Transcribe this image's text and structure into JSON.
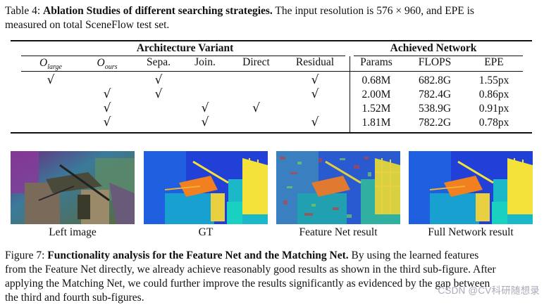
{
  "table_caption": {
    "label": "Table 4:",
    "title": "Ablation Studies of different searching strategies.",
    "text_a": "The input resolution is 576 × 960, and EPE is",
    "text_b": "measured on total SceneFlow test set."
  },
  "table": {
    "group_left": "Architecture Variant",
    "group_right": "Achieved Network",
    "columns": {
      "o_large": "O",
      "o_large_sub": "large",
      "o_ours": "O",
      "o_ours_sub": "ours",
      "sepa": "Sepa.",
      "join": "Join.",
      "direct": "Direct",
      "residual": "Residual",
      "params": "Params",
      "flops": "FLOPS",
      "epe": "EPE"
    },
    "check_symbol": "√",
    "rows": [
      {
        "o_large": true,
        "o_ours": false,
        "sepa": true,
        "join": false,
        "direct": false,
        "residual": true,
        "params": "0.68M",
        "flops": "682.8G",
        "epe": "1.55px"
      },
      {
        "o_large": false,
        "o_ours": true,
        "sepa": true,
        "join": false,
        "direct": false,
        "residual": true,
        "params": "2.00M",
        "flops": "782.4G",
        "epe": "0.86px"
      },
      {
        "o_large": false,
        "o_ours": true,
        "sepa": false,
        "join": true,
        "direct": true,
        "residual": false,
        "params": "1.52M",
        "flops": "538.9G",
        "epe": "0.91px"
      },
      {
        "o_large": false,
        "o_ours": true,
        "sepa": false,
        "join": true,
        "direct": false,
        "residual": true,
        "params": "1.81M",
        "flops": "782.2G",
        "epe": "0.78px"
      }
    ]
  },
  "figure": {
    "panels": [
      {
        "label": "Left image"
      },
      {
        "label": "GT"
      },
      {
        "label": "Feature Net result"
      },
      {
        "label": "Full Network result"
      }
    ],
    "caption_label": "Figure 7:",
    "caption_title": "Functionality analysis for the Feature Net and the Matching Net.",
    "caption_line1": "By using the learned features",
    "caption_line2": "from the Feature Net directly, we already achieve reasonably good results as shown in the third sub-figure. After",
    "caption_line3": "applying the Matching Net, we could further improve the results significantly as evidenced by the gap between",
    "caption_line4": "the third and fourth sub-figures."
  },
  "watermark": "CSDN @CV科研随想录",
  "colors": {
    "disp_far": "#1e3fd0",
    "disp_mid": "#1ab0c8",
    "disp_near": "#f5e13a",
    "disp_hot": "#f07a1a"
  }
}
